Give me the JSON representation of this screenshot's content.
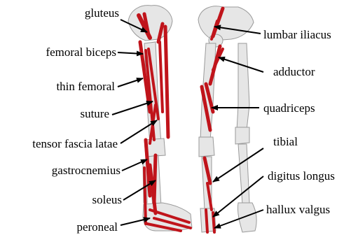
{
  "figure": {
    "left_labels": [
      "gluteus",
      "femoral biceps",
      "thin femoral",
      "suture",
      "tensor fascia latae",
      "gastrocnemius",
      "soleus",
      "peroneal"
    ],
    "right_labels": [
      "lumbar iliacus",
      "adductor",
      "quadriceps",
      "tibial",
      "digitus longus",
      "hallux valgus"
    ],
    "colors": {
      "muscle": "#c0141b",
      "bone": "#e6e6e6",
      "bone_edge": "#9a9a9a",
      "leader": "#000000"
    }
  }
}
